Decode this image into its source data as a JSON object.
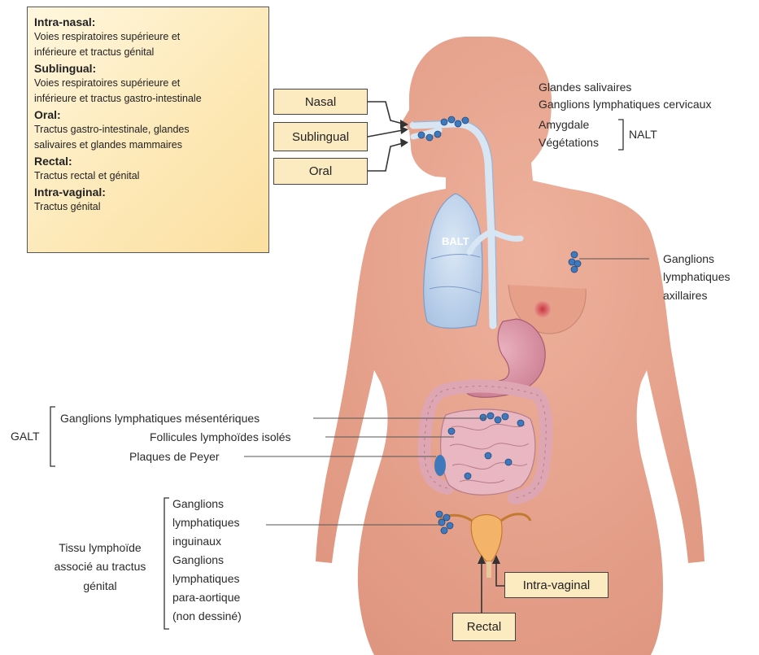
{
  "legend": {
    "items": [
      {
        "heading": "Intra-nasal:",
        "lines": [
          "Voies respiratoires supérieure et",
          "inférieure et tractus génital"
        ]
      },
      {
        "heading": "Sublingual:",
        "lines": [
          "Voies respiratoires supérieure et",
          "inférieure et tractus gastro-intestinale"
        ]
      },
      {
        "heading": "Oral:",
        "lines": [
          "Tractus gastro-intestinale, glandes",
          "salivaires et glandes mammaires"
        ]
      },
      {
        "heading": "Rectal:",
        "lines": [
          "Tractus rectal et génital"
        ]
      },
      {
        "heading": "Intra-vaginal:",
        "lines": [
          "Tractus génital"
        ]
      }
    ]
  },
  "routes": {
    "nasal": "Nasal",
    "sublingual": "Sublingual",
    "oral": "Oral",
    "intra_vaginal": "Intra-vaginal",
    "rectal": "Rectal"
  },
  "head_labels": {
    "salivary": "Glandes salivaires",
    "cervical": "Ganglions lymphatiques cervicaux",
    "tonsil": "Amygdale",
    "adenoids": "Végétations",
    "nalt": "NALT"
  },
  "organ_labels": {
    "balt": "BALT",
    "axillary": [
      "Ganglions",
      "lymphatiques",
      "axillaires"
    ]
  },
  "galt": {
    "group": "GALT",
    "mesenteric": "Ganglions lymphatiques mésentériques",
    "follicles": "Follicules lymphoïdes isolés",
    "peyer": "Plaques de Peyer"
  },
  "genital": {
    "group": [
      "Tissu lymphoïde",
      "associé au tractus",
      "génital"
    ],
    "nodes": [
      "Ganglions",
      "lymphatiques",
      "inguinaux",
      "Ganglions",
      "lymphatiques",
      "para-aortique",
      "(non dessiné)"
    ]
  },
  "colors": {
    "skin": "#e6a08a",
    "lung": "#c6d9ef",
    "stomach": "#d98fa2",
    "intestine": "#e9b7c1",
    "node": "#3f79bc",
    "box": "#fcebc1",
    "uterus": "#f0a64a"
  }
}
